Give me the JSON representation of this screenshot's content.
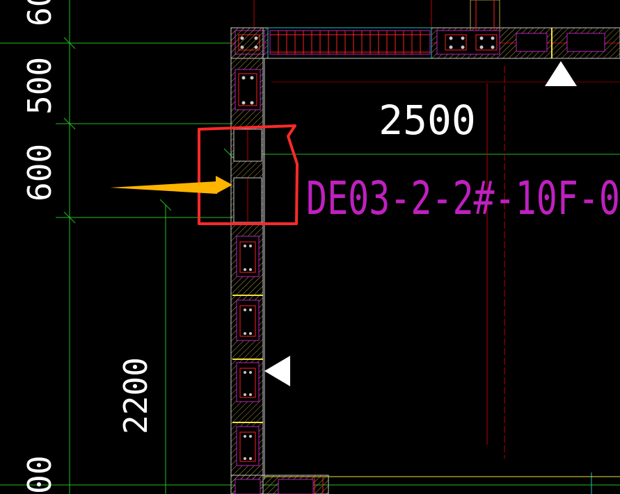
{
  "drawing": {
    "dimensions": {
      "top_partial": "60",
      "left_500": "500",
      "left_600": "600",
      "left_2200": "2200",
      "bottom_partial": "00",
      "horizontal_2500": "2500"
    },
    "wall_label": "DE03-2-2#-10F-0",
    "colors": {
      "background": "#000000",
      "wall_outline": "#c8c8c8",
      "hatch": "#b0a040",
      "rebar": "#ff2020",
      "stirrup": "#c020c0",
      "grid_line": "#20c020",
      "axis_line": "#c00000",
      "cyan_line": "#20c0c0",
      "marker": "#ffffff",
      "highlight_box": "#ff2a2a",
      "arrow": "#ffb400",
      "label": "#c020c0"
    },
    "annotations": {
      "highlight_box": "red-rectangle",
      "pointer": "orange-arrow",
      "section_markers": [
        "triangle-up",
        "triangle-left"
      ]
    }
  }
}
